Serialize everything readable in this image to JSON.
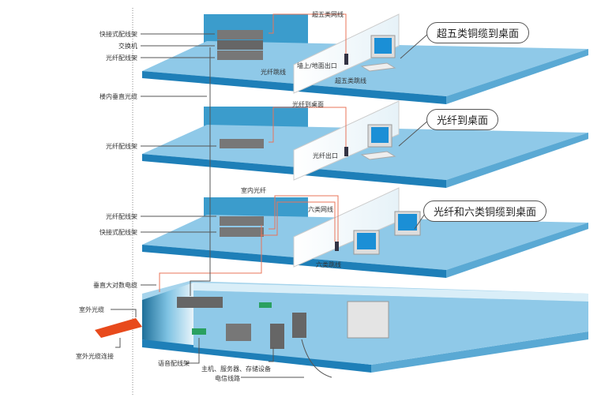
{
  "callouts": {
    "c1": "超五类铜缆到桌面",
    "c2": "光纤到桌面",
    "c3": "光纤和六类铜缆到桌面"
  },
  "floor1": {
    "quick_patch": "快接式配线架",
    "switch": "交换机",
    "fiber_patch": "光纤配线架",
    "cat5e_cable": "超五类网线",
    "fiber_jumper": "光纤跳线",
    "outlet": "墙上/地面出口",
    "cat5e_jumper": "超五类跳线"
  },
  "riser": {
    "vertical_fiber": "楼内垂直光缆"
  },
  "floor2": {
    "fiber_patch": "光纤配线架",
    "fiber_to_desk": "光纤到桌面",
    "fiber_outlet": "光纤出口"
  },
  "floor3": {
    "indoor_fiber": "室内光纤",
    "fiber_patch": "光纤配线架",
    "quick_patch": "快接式配线架",
    "cat6_cable": "六类网线",
    "cat6_jumper": "六类跳线"
  },
  "basement": {
    "backbone_cable": "垂直大对数电缆",
    "outdoor_fiber": "室外光缆",
    "outdoor_fiber_conn": "室外光缆连接",
    "voice_patch": "语音配线架",
    "equipment": "主机、服务器、存储设备",
    "telecom_line": "电信线路"
  },
  "colors": {
    "slab_top": "#8fc9e8",
    "slab_edge": "#1e7fb8",
    "wall": "#3b9ccc",
    "fiber": "#e8745a",
    "outdoor": "#e84a1c"
  }
}
